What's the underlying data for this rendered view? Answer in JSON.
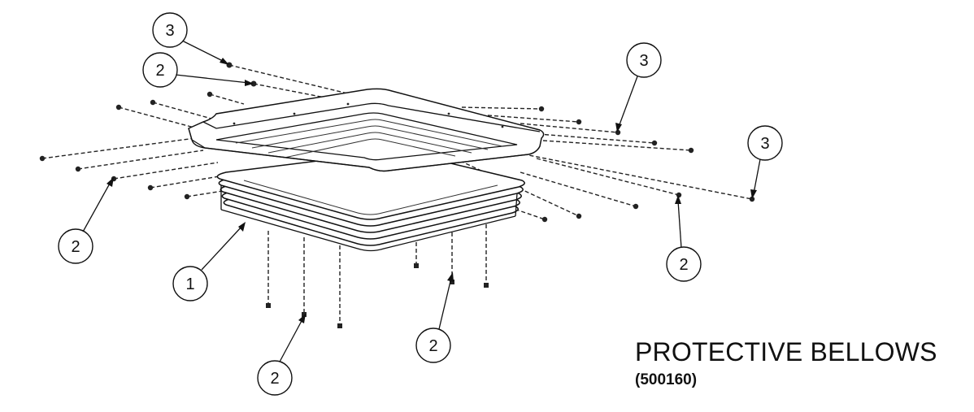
{
  "drawing": {
    "title": "PROTECTIVE BELLOWS",
    "part_number": "(500160)"
  },
  "callouts": [
    {
      "label": "3"
    },
    {
      "label": "2"
    },
    {
      "label": "3"
    },
    {
      "label": "3"
    },
    {
      "label": "2"
    },
    {
      "label": "2"
    },
    {
      "label": "1"
    },
    {
      "label": "2"
    },
    {
      "label": "2"
    }
  ]
}
